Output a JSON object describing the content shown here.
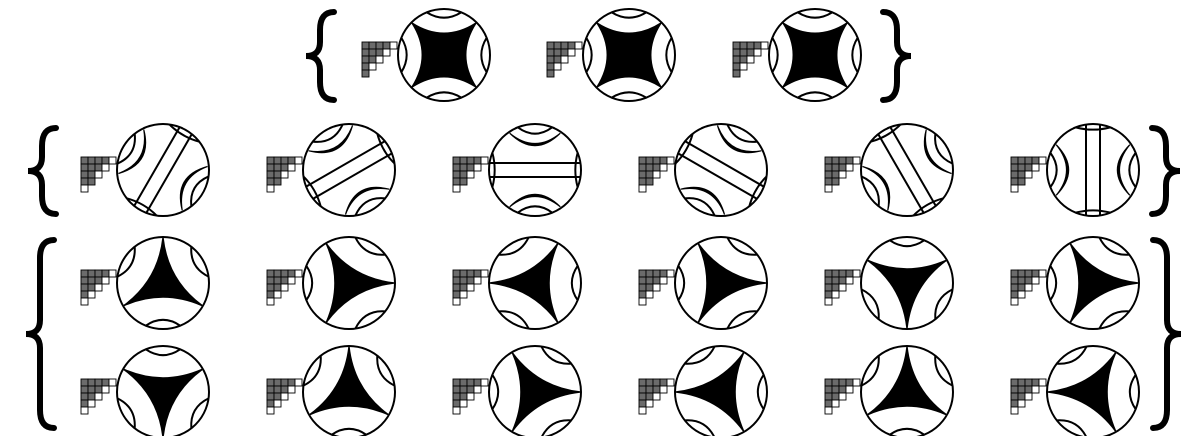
{
  "figure": {
    "rows": [
      {
        "group": 1,
        "items": [
          {
            "pattern": "A",
            "diagram": "star4"
          },
          {
            "pattern": "A",
            "diagram": "star4"
          },
          {
            "pattern": "A",
            "diagram": "star4"
          }
        ]
      },
      {
        "group": 2,
        "items": [
          {
            "pattern": "B",
            "diagram": "chord",
            "angle": 60
          },
          {
            "pattern": "B",
            "diagram": "chord",
            "angle": 30
          },
          {
            "pattern": "B",
            "diagram": "chord",
            "angle": 0
          },
          {
            "pattern": "B",
            "diagram": "chord",
            "angle": -30
          },
          {
            "pattern": "B",
            "diagram": "chord",
            "angle": -60
          },
          {
            "pattern": "B",
            "diagram": "chord",
            "angle": 90
          }
        ]
      },
      {
        "group": 3,
        "items": [
          {
            "pattern": "C",
            "diagram": "tri",
            "angle": 0
          },
          {
            "pattern": "C",
            "diagram": "tri",
            "angle": 30
          },
          {
            "pattern": "C",
            "diagram": "tri",
            "angle": 90
          },
          {
            "pattern": "C",
            "diagram": "tri",
            "angle": 150
          },
          {
            "pattern": "C",
            "diagram": "tri",
            "angle": 180
          },
          {
            "pattern": "C",
            "diagram": "tri",
            "angle": 270
          }
        ]
      },
      {
        "group": 3,
        "items": [
          {
            "pattern": "C",
            "diagram": "tri",
            "angle": 60
          },
          {
            "pattern": "C",
            "diagram": "tri",
            "angle": 120
          },
          {
            "pattern": "C",
            "diagram": "tri",
            "angle": 270
          },
          {
            "pattern": "C",
            "diagram": "tri",
            "angle": 210
          },
          {
            "pattern": "C",
            "diagram": "tri",
            "angle": 240
          },
          {
            "pattern": "C",
            "diagram": "tri",
            "angle": 90
          }
        ]
      }
    ],
    "patterns": {
      "A": {
        "rows": [
          [
            1,
            1,
            1,
            1,
            0
          ],
          [
            1,
            1,
            1,
            0,
            0
          ],
          [
            1,
            1,
            0,
            0,
            0
          ],
          [
            1,
            0,
            0,
            0,
            0
          ],
          [
            1,
            0,
            0,
            0,
            0
          ]
        ]
      },
      "B": {
        "rows": [
          [
            1,
            1,
            1,
            1,
            0
          ],
          [
            1,
            1,
            1,
            0,
            0
          ],
          [
            1,
            1,
            0,
            0,
            0
          ],
          [
            1,
            1,
            0,
            0,
            0
          ],
          [
            0,
            0,
            0,
            0,
            0
          ]
        ]
      },
      "C": {
        "rows": [
          [
            1,
            1,
            1,
            1,
            0
          ],
          [
            1,
            1,
            1,
            0,
            0
          ],
          [
            1,
            1,
            0,
            0,
            0
          ],
          [
            1,
            0,
            0,
            0,
            0
          ],
          [
            0,
            0,
            0,
            0,
            0
          ]
        ]
      }
    },
    "colors": {
      "ink": "#000000",
      "cell_fill": "#6b6b6b",
      "cell_empty": "#ffffff",
      "background": "#ffffff"
    }
  }
}
